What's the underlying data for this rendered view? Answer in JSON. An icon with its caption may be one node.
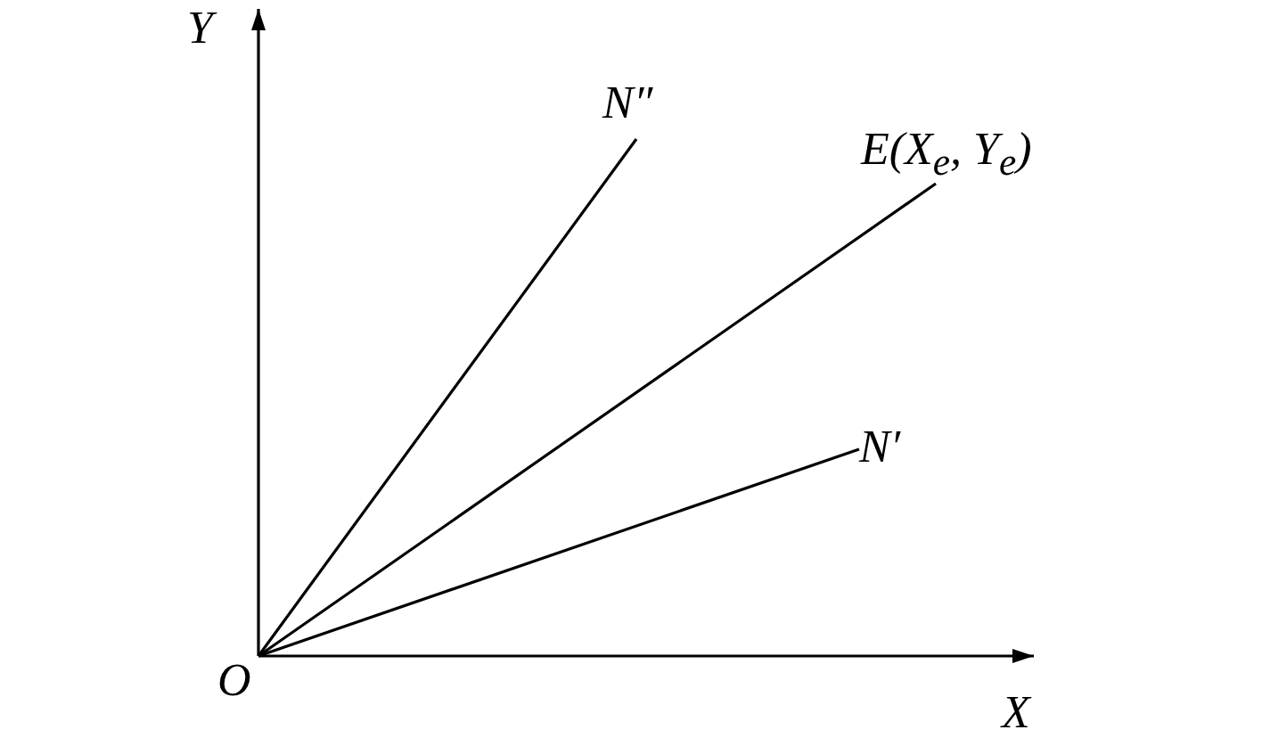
{
  "diagram": {
    "nodes": [
      {
        "text": [
          "O"
        ]
      },
      {
        "text": [
          "N″"
        ]
      },
      {
        "text": [
          "E(X$_{e}$, Y$_{e}$)"
        ]
      },
      {
        "text": [
          "N′"
        ]
      }
    ],
    "edges": [
      {
        "from": 0,
        "to": 1,
        "arrow": "none"
      },
      {
        "from": 0,
        "to": 2,
        "arrow": "none"
      },
      {
        "from": 0,
        "to": 3,
        "arrow": "none"
      }
    ],
    "labels": [
      "Y",
      "X"
    ]
  }
}
